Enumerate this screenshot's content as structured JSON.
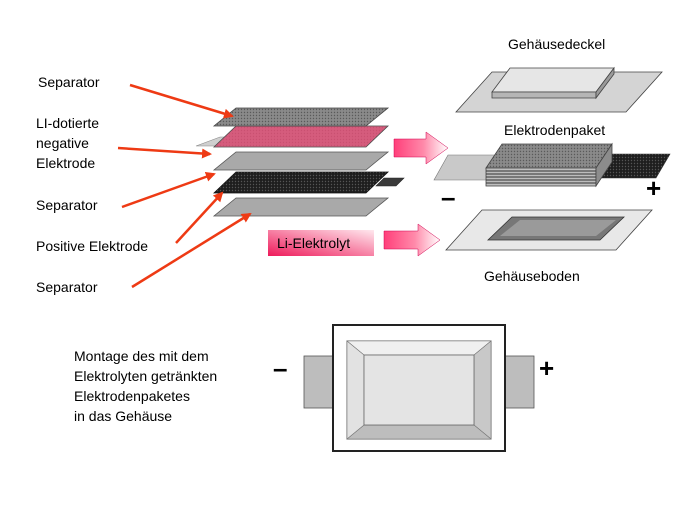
{
  "left_labels": {
    "separator_1": "Separator",
    "negative_electrode": [
      "LI-dotierte",
      "negative",
      "Elektrode"
    ],
    "separator_2": "Separator",
    "positive_electrode": "Positive Elektrode",
    "separator_3": "Separator"
  },
  "electrolyte_label": "Li-Elektrolyt",
  "right_labels": {
    "lid": "Gehäusedeckel",
    "stack": "Elektrodenpaket",
    "base": "Gehäuseboden"
  },
  "signs": {
    "minus": "–",
    "plus": "+"
  },
  "assembly": {
    "caption": [
      "Montage des mit dem",
      "Elektrolyten getränkten",
      "Elektrodenpaketes",
      "in das Gehäuse"
    ],
    "minus": "–",
    "plus": "+"
  },
  "colors": {
    "arrow_red": "#ee3a14",
    "arrow_pink": "#ff3f7a",
    "layer_gray": "#b0b0b0",
    "layer_dark": "#2b2b2b",
    "layer_pink": "#ee4d78"
  }
}
